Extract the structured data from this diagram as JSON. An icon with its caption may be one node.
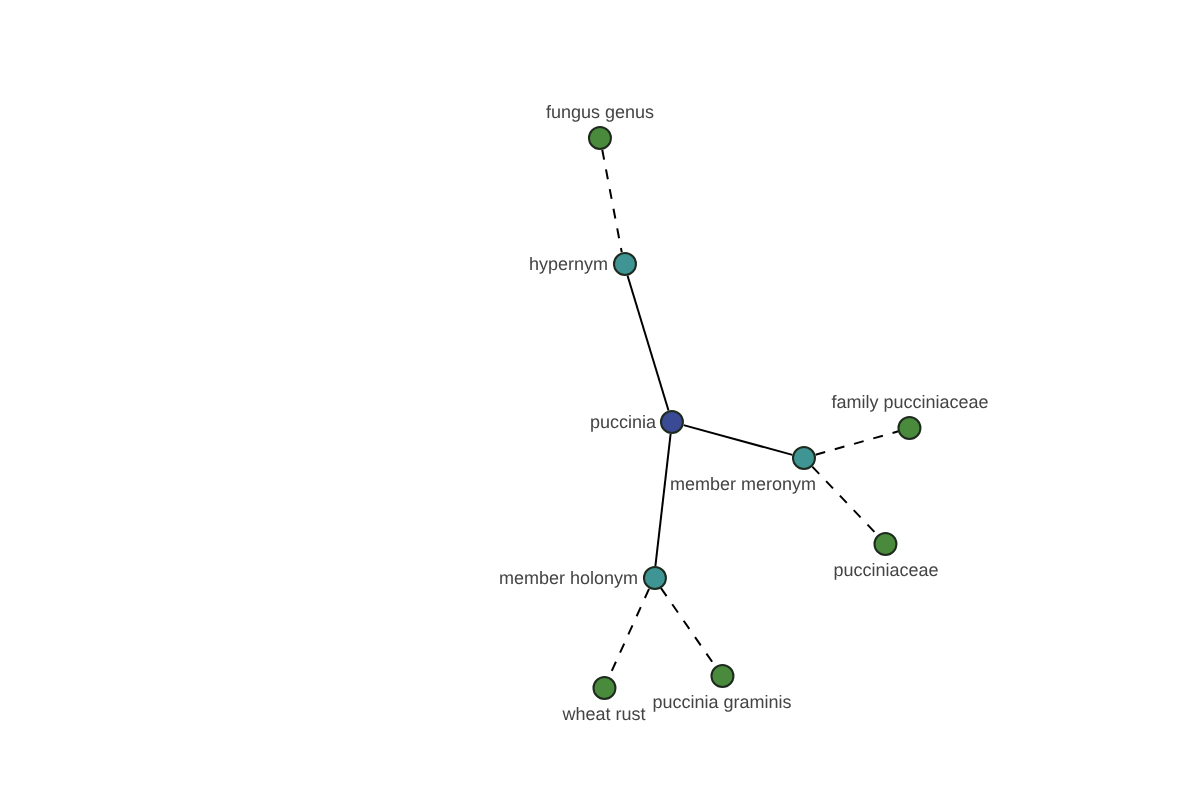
{
  "diagram": {
    "nodes": [
      {
        "text": [
          "fungus genus"
        ]
      },
      {
        "text": [
          "hypernym"
        ]
      },
      {
        "text": [
          "puccinia"
        ]
      },
      {
        "text": [
          "member meronym"
        ]
      },
      {
        "text": [
          "family pucciniaceae"
        ]
      },
      {
        "text": [
          "pucciniaceae"
        ]
      },
      {
        "text": [
          "member holonym"
        ]
      },
      {
        "text": [
          "wheat rust"
        ]
      },
      {
        "text": [
          "puccinia graminis"
        ]
      }
    ],
    "edges": [
      {
        "from": 0,
        "to": 1,
        "arrow": "none",
        "style": "dashed"
      },
      {
        "from": 1,
        "to": 2,
        "arrow": "none"
      },
      {
        "from": 2,
        "to": 3,
        "arrow": "none"
      },
      {
        "from": 3,
        "to": 4,
        "arrow": "none",
        "style": "dashed"
      },
      {
        "from": 3,
        "to": 5,
        "arrow": "none",
        "style": "dashed"
      },
      {
        "from": 2,
        "to": 6,
        "arrow": "none"
      },
      {
        "from": 6,
        "to": 7,
        "arrow": "none",
        "style": "dashed"
      },
      {
        "from": 6,
        "to": 8,
        "arrow": "none",
        "style": "dashed"
      }
    ]
  }
}
